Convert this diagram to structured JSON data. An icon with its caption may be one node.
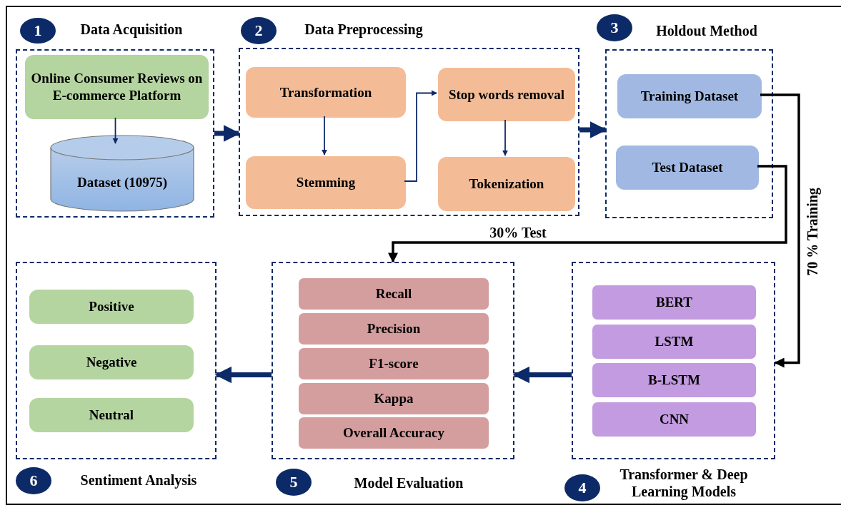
{
  "diagram": {
    "nodes": [
      {
        "text": [
          "1"
        ]
      },
      {
        "text": [
          "Data Acquisition"
        ]
      },
      {
        "text": [
          "Online Consumer Reviews on E-commerce Platform"
        ],
        "in": 1
      },
      {
        "text": [
          "Dataset (10975)"
        ],
        "in": 1
      },
      {
        "text": [
          "2"
        ]
      },
      {
        "text": [
          "Data Preprocessing"
        ]
      },
      {
        "text": [
          "Transformation"
        ],
        "in": 5
      },
      {
        "text": [
          "Stemming"
        ],
        "in": 5
      },
      {
        "text": [
          "Stop words removal"
        ],
        "in": 5
      },
      {
        "text": [
          "Tokenization"
        ],
        "in": 5
      },
      {
        "text": [
          "3"
        ]
      },
      {
        "text": [
          "Holdout Method"
        ]
      },
      {
        "text": [
          "Training Dataset"
        ],
        "in": 11
      },
      {
        "text": [
          "Test Dataset"
        ],
        "in": 11
      },
      {
        "text": [
          "Sentiment Analysis"
        ]
      },
      {
        "text": [
          "Positive"
        ],
        "in": 14
      },
      {
        "text": [
          "Negative"
        ],
        "in": 14
      },
      {
        "text": [
          "Neutral"
        ],
        "in": 14
      },
      {
        "text": [
          "Model Evaluation"
        ]
      },
      {
        "text": [
          "Recall"
        ],
        "in": 18
      },
      {
        "text": [
          "Precision"
        ],
        "in": 18
      },
      {
        "text": [
          "F1-score"
        ],
        "in": 18
      },
      {
        "text": [
          "Kappa"
        ],
        "in": 18
      },
      {
        "text": [
          "Overall Accuracy"
        ],
        "in": 18
      },
      {
        "text": [
          "Transformer & Deep Learning Models"
        ]
      },
      {
        "text": [
          "BERT"
        ],
        "in": 24
      },
      {
        "text": [
          "LSTM"
        ],
        "in": 24
      },
      {
        "text": [
          "B-LSTM"
        ],
        "in": 24
      },
      {
        "text": [
          "CNN"
        ],
        "in": 24
      },
      {
        "text": [
          "6"
        ]
      },
      {
        "text": [
          "5"
        ]
      },
      {
        "text": [
          "4"
        ]
      }
    ],
    "edges": [
      {
        "from": 2,
        "to": 3,
        "arrow": "to"
      },
      {
        "from": 1,
        "to": 5,
        "arrow": "to",
        "style": "thick"
      },
      {
        "from": 6,
        "to": 7,
        "arrow": "to"
      },
      {
        "from": 7,
        "to": 8,
        "arrow": "to"
      },
      {
        "from": 8,
        "to": 9,
        "arrow": "to"
      },
      {
        "from": 5,
        "to": 11,
        "arrow": "to",
        "style": "thick"
      },
      {
        "from": 12,
        "to": 24,
        "arrow": "to",
        "label": "70 % Training",
        "color": "#000000"
      },
      {
        "from": 13,
        "to": 18,
        "arrow": "to",
        "label": "30% Test",
        "color": "#000000"
      },
      {
        "from": 24,
        "to": 18,
        "arrow": "to",
        "style": "thick"
      },
      {
        "from": 18,
        "to": 14,
        "arrow": "to",
        "style": "thick"
      }
    ]
  }
}
